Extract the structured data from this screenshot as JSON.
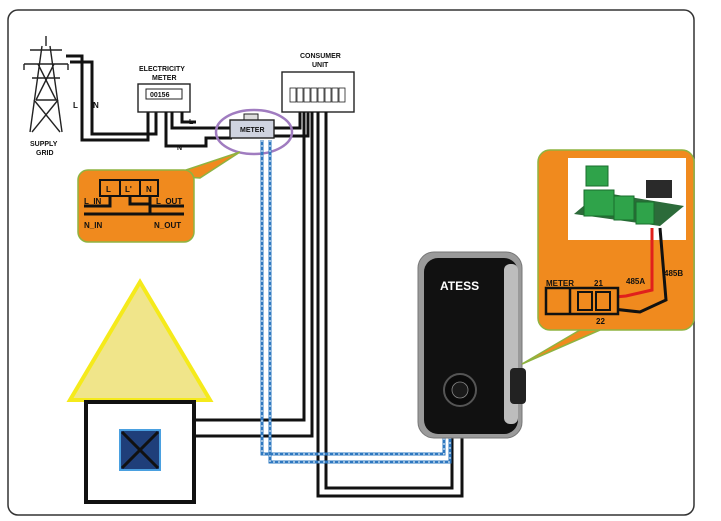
{
  "supply": {
    "label_line1": "SUPPLY",
    "label_line2": "GRID",
    "l": "L",
    "n": "N"
  },
  "electricity_meter": {
    "title_line1": "ELECTRICITY",
    "title_line2": "METER",
    "reading": "00156",
    "l": "L",
    "n": "N"
  },
  "consumer_unit": {
    "title_line1": "CONSUMER",
    "title_line2": "UNIT"
  },
  "ct_meter": {
    "label": "METER"
  },
  "meter_detail": {
    "l": "L",
    "lprime": "L'",
    "n": "N",
    "l_in": "L_IN",
    "l_out": "L_OUT",
    "n_in": "N_IN",
    "n_out": "N_OUT"
  },
  "charger": {
    "brand": "ATESS"
  },
  "rs485_detail": {
    "meter": "METER",
    "pin21": "21",
    "pin22": "22",
    "a": "485A",
    "b": "485B"
  },
  "colors": {
    "orange": "#F08A1E",
    "callout_border": "#8FB340",
    "cable_blue": "#2E78C0",
    "house_roof": "#F0E58A",
    "house_roof_border": "#F5EA1B",
    "ring": "#A07CC0"
  }
}
